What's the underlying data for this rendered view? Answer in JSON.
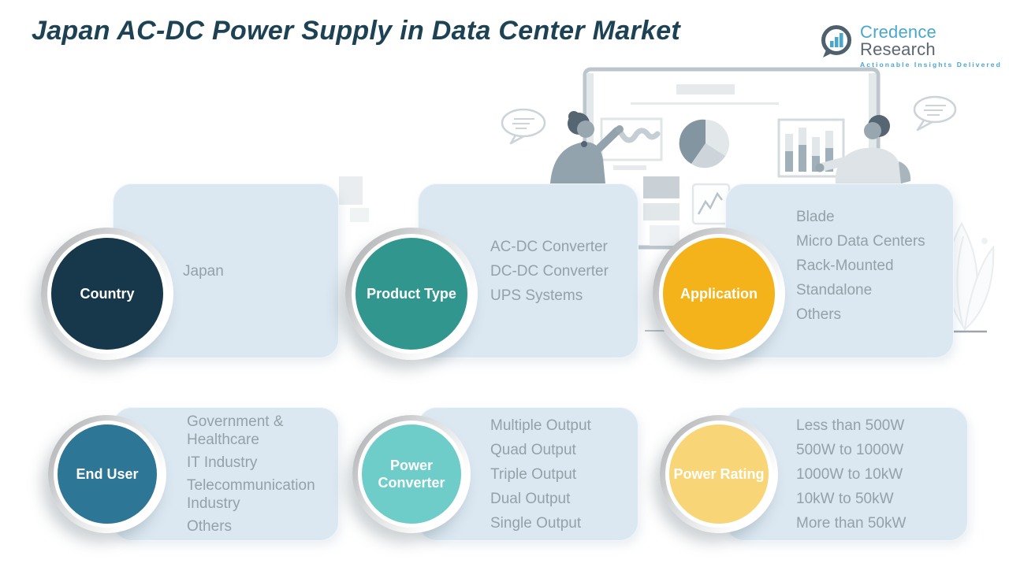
{
  "title": "Japan AC-DC Power Supply in Data Center Market",
  "logo": {
    "name_part1": "Credence",
    "name_part2": "Research",
    "tagline": "Actionable Insights Delivered",
    "accent_color": "#4aa7cc",
    "dark_color": "#5a6773"
  },
  "sections": [
    {
      "id": "country",
      "label": "Country",
      "color": "#17384a",
      "items": [
        "Japan"
      ]
    },
    {
      "id": "product-type",
      "label": "Product Type",
      "color": "#31978e",
      "items": [
        "AC-DC Converter",
        "DC-DC Converter",
        "UPS Systems"
      ]
    },
    {
      "id": "application",
      "label": "Application",
      "color": "#f5b31b",
      "items": [
        "Blade",
        "Micro Data Centers",
        "Rack-Mounted",
        "Standalone",
        "Others"
      ]
    },
    {
      "id": "end-user",
      "label": "End User",
      "color": "#2d7695",
      "items": [
        "Government &\nHealthcare",
        "IT Industry",
        "Telecommunication\nIndustry",
        "Others"
      ]
    },
    {
      "id": "power-converter",
      "label": "Power\nConverter",
      "color": "#6fcdc9",
      "items": [
        "Multiple Output",
        "Quad Output",
        "Triple Output",
        "Dual Output",
        "Single Output"
      ]
    },
    {
      "id": "power-rating",
      "label": "Power Rating",
      "color": "#f8d678",
      "items": [
        "Less than 500W",
        "500W to 1000W",
        "1000W to 10kW",
        "10kW to 50kW",
        "More than 50kW"
      ]
    }
  ],
  "panel_color": "#dbe8f2"
}
